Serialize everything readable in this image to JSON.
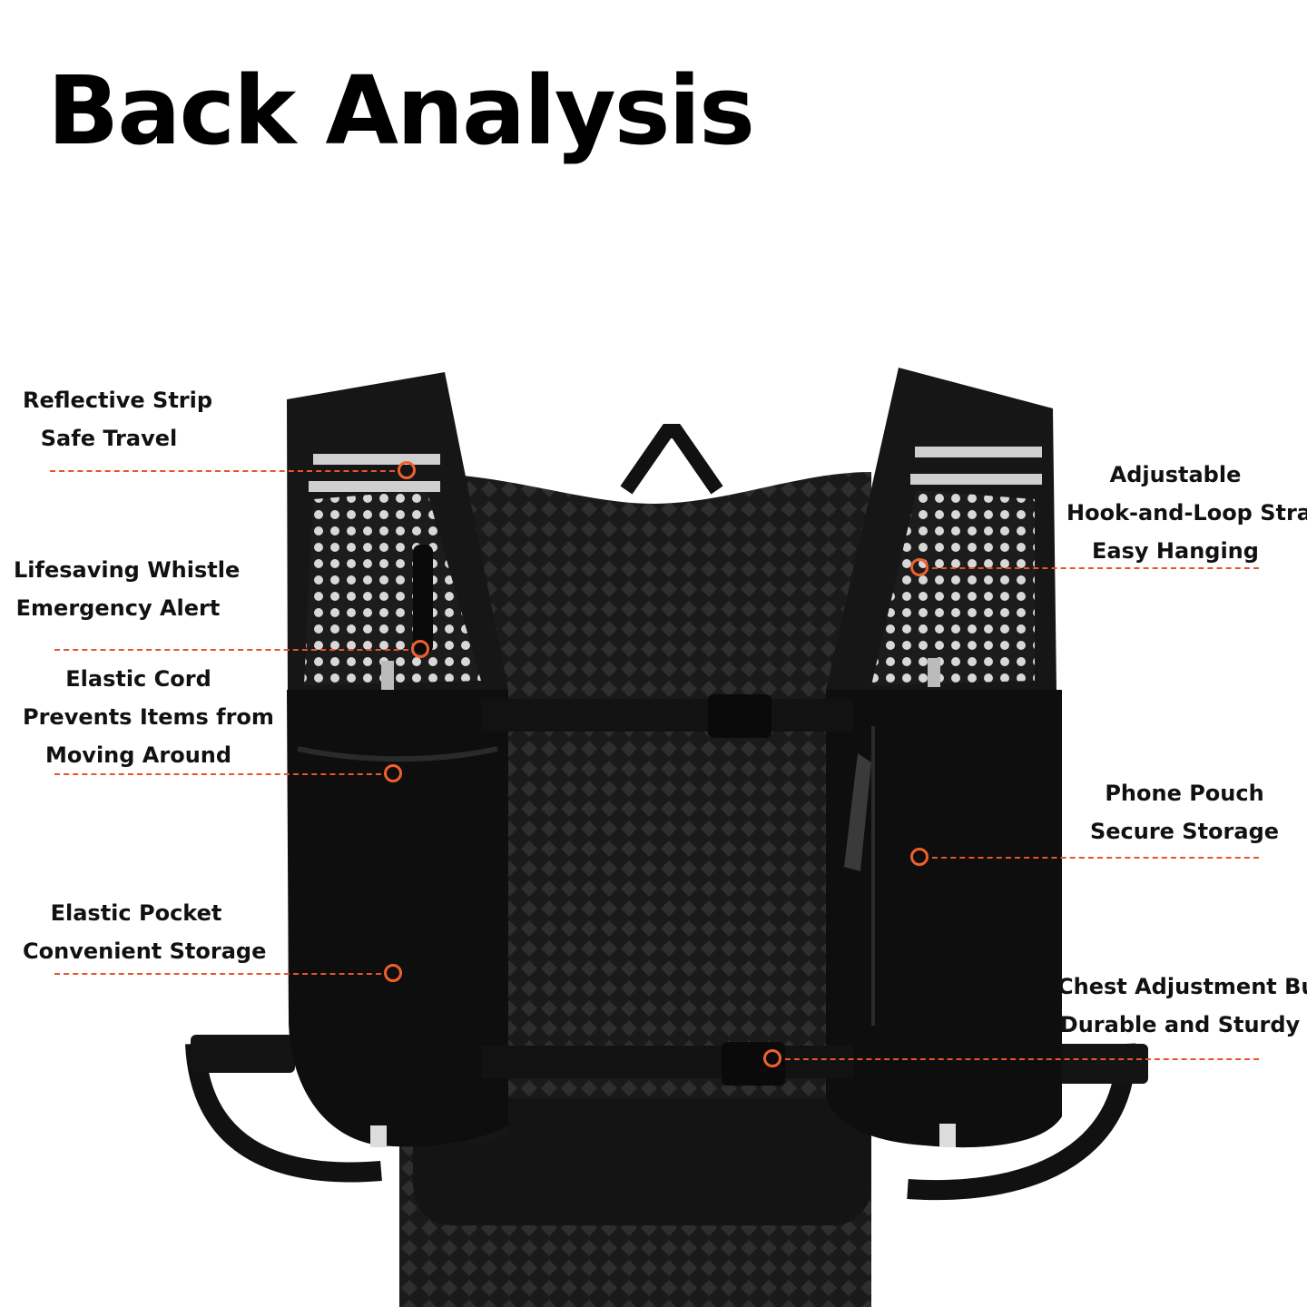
{
  "title": "Back Analysis",
  "accent_color": "#e8542a",
  "callouts": {
    "reflective": {
      "line1": "Reflective Strip",
      "line2": "Safe Travel"
    },
    "whistle": {
      "line1": "Lifesaving Whistle",
      "line2": "Emergency Alert"
    },
    "cord": {
      "line1": "Elastic Cord",
      "line2": "Prevents Items from",
      "line3": "Moving Around"
    },
    "pocket": {
      "line1": "Elastic Pocket",
      "line2": "Convenient Storage"
    },
    "strap": {
      "line1": "Adjustable",
      "line2": "Hook-and-Loop Strap",
      "line3": "Easy Hanging"
    },
    "phone": {
      "line1": "Phone Pouch",
      "line2": "Secure Storage"
    },
    "buckle": {
      "line1": "Chest Adjustment Buckle",
      "line2": "Durable and Sturdy"
    }
  }
}
